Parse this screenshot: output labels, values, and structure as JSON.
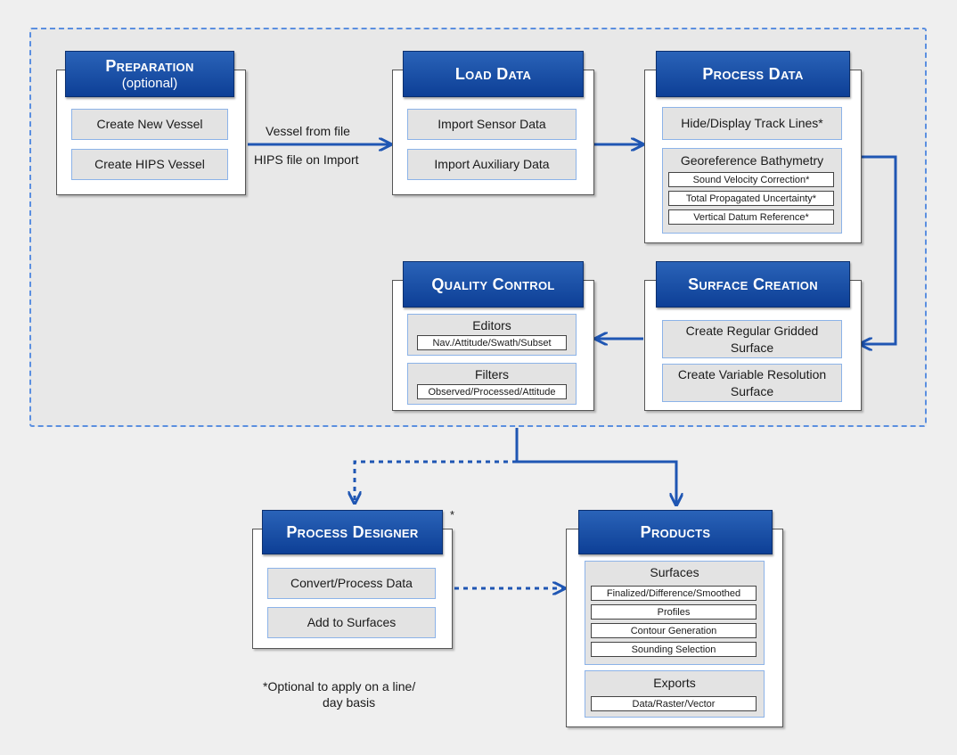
{
  "preparation": {
    "title": "Preparation",
    "subtitle": "(optional)",
    "items": [
      "Create New Vessel",
      "Create HIPS Vessel"
    ]
  },
  "arrow_labels": {
    "line1": "Vessel from file",
    "line2": "HIPS file on Import"
  },
  "load_data": {
    "title": "Load Data",
    "items": [
      "Import Sensor Data",
      "Import Auxiliary Data"
    ]
  },
  "process_data": {
    "title": "Process Data",
    "item1": "Hide/Display Track Lines*",
    "group_title": "Georeference Bathymetry",
    "group_items": [
      "Sound Velocity Correction*",
      "Total Propagated Uncertainty*",
      "Vertical Datum Reference*"
    ]
  },
  "quality_control": {
    "title": "Quality Control",
    "editors_title": "Editors",
    "editors_detail": "Nav./Attitude/Swath/Subset",
    "filters_title": "Filters",
    "filters_detail": "Observed/Processed/Attitude"
  },
  "surface_creation": {
    "title": "Surface Creation",
    "items": [
      "Create Regular Gridded Surface",
      "Create Variable Resolution Surface"
    ]
  },
  "process_designer": {
    "title": "Process Designer",
    "asterisk": "*",
    "items": [
      "Convert/Process Data",
      "Add to Surfaces"
    ]
  },
  "products": {
    "title": "Products",
    "surfaces_title": "Surfaces",
    "surfaces_items": [
      "Finalized/Difference/Smoothed",
      "Profiles",
      "Contour Generation",
      "Sounding Selection"
    ],
    "exports_title": "Exports",
    "exports_items": [
      "Data/Raster/Vector"
    ]
  },
  "footnote": {
    "line1": "*Optional to apply on a line/",
    "line2": "day basis"
  },
  "colors": {
    "header": "#0d3f96",
    "arrow": "#1f56b3",
    "region_border": "#5b8fe0",
    "button": "#e3e3e3"
  }
}
